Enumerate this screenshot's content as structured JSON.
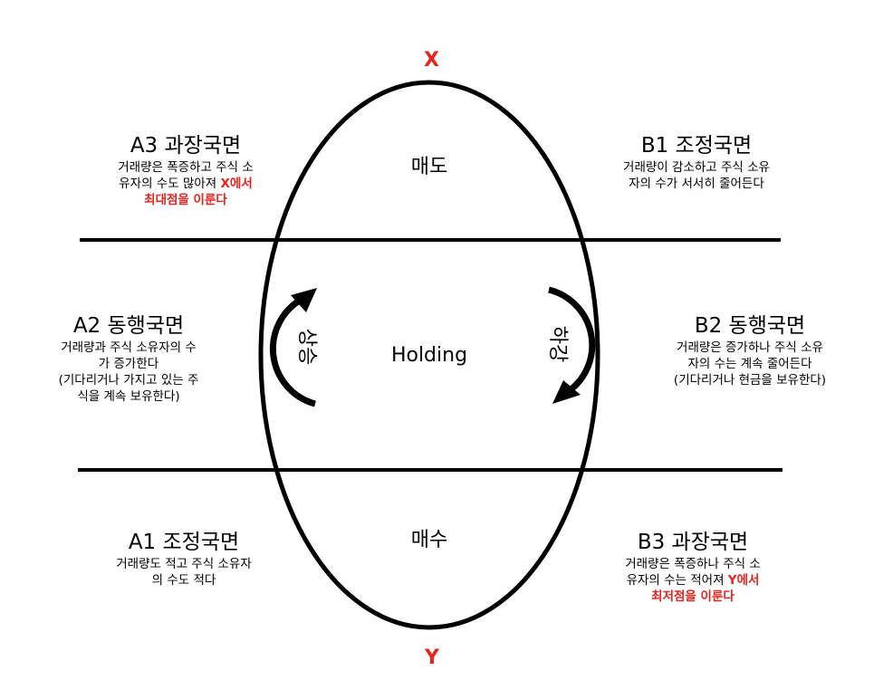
{
  "axis": {
    "top": "X",
    "bottom": "Y"
  },
  "zones": {
    "sell": "매도",
    "hold": "Holding",
    "buy": "매수"
  },
  "arrows": {
    "rise": "상승",
    "fall": "하강"
  },
  "phases": {
    "a3": {
      "title": "A3 과장국면",
      "line1": "거래량은 폭증하고 주식 소",
      "line2": "유자의 수도 많아져 ",
      "highlight1": "X에서",
      "highlight2": "최대점을 이룬다"
    },
    "b1": {
      "title": "B1 조정국면",
      "line1": "거래량이 감소하고 주식 소유",
      "line2": "자의 수가 서서히 줄어든다"
    },
    "a2": {
      "title": "A2 동행국면",
      "line1": "거래량과 주식 소유자의 수",
      "line2": "가 증가한다",
      "line3": "(기다리거나 가지고 있는 주",
      "line4": "식을 계속 보유한다)"
    },
    "b2": {
      "title": "B2 동행국면",
      "line1": "거래량은 증가하나 주식 소유",
      "line2": "자의 수는 계속 줄어든다",
      "line3": "(기다리거나 현금을 보유한다)"
    },
    "a1": {
      "title": "A1 조정국면",
      "line1": "거래량도 적고 주식 소유자",
      "line2": "의 수도 적다"
    },
    "b3": {
      "title": "B3 과장국면",
      "line1": "거래량은 폭증하나 주식 소",
      "line2": "유자의 수는 적어져 ",
      "highlight1": "Y에서",
      "highlight2": "최저점을 이룬다"
    }
  }
}
